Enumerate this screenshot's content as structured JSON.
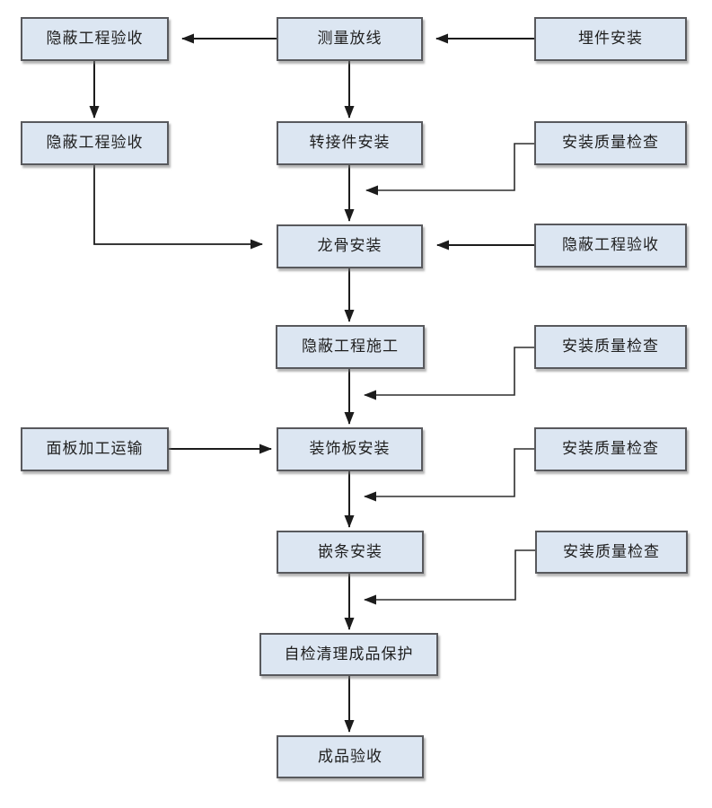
{
  "diagram": {
    "title": "",
    "colors": {
      "node_fill": "#dce6f2",
      "node_border": "#58595d",
      "connector": "#1c1c1c",
      "elbow_connector": "#2e2e2e",
      "shadow": "#787878",
      "background": "#ffffff",
      "text": "#1f1f1f"
    },
    "nodes": [
      {
        "id": "hidden-work-acceptance-1",
        "label": "隐蔽工程验收"
      },
      {
        "id": "survey-layout",
        "label": "测量放线"
      },
      {
        "id": "embedded-parts-install",
        "label": "埋件安装"
      },
      {
        "id": "hidden-work-acceptance-2",
        "label": "隐蔽工程验收"
      },
      {
        "id": "adapter-install",
        "label": "转接件安装"
      },
      {
        "id": "install-quality-check-1",
        "label": "安装质量检查"
      },
      {
        "id": "keel-install",
        "label": "龙骨安装"
      },
      {
        "id": "hidden-work-acceptance-3",
        "label": "隐蔽工程验收"
      },
      {
        "id": "hidden-work-construction",
        "label": "隐蔽工程施工"
      },
      {
        "id": "install-quality-check-2",
        "label": "安装质量检查"
      },
      {
        "id": "panel-processing-transport",
        "label": "面板加工运输"
      },
      {
        "id": "decorative-panel-install",
        "label": "装饰板安装"
      },
      {
        "id": "install-quality-check-3",
        "label": "安装质量检查"
      },
      {
        "id": "trim-strip-install",
        "label": "嵌条安装"
      },
      {
        "id": "install-quality-check-4",
        "label": "安装质量检查"
      },
      {
        "id": "self-check-clean-protect",
        "label": "自检清理成品保护"
      },
      {
        "id": "finished-product-acceptance",
        "label": "成品验收"
      }
    ]
  }
}
